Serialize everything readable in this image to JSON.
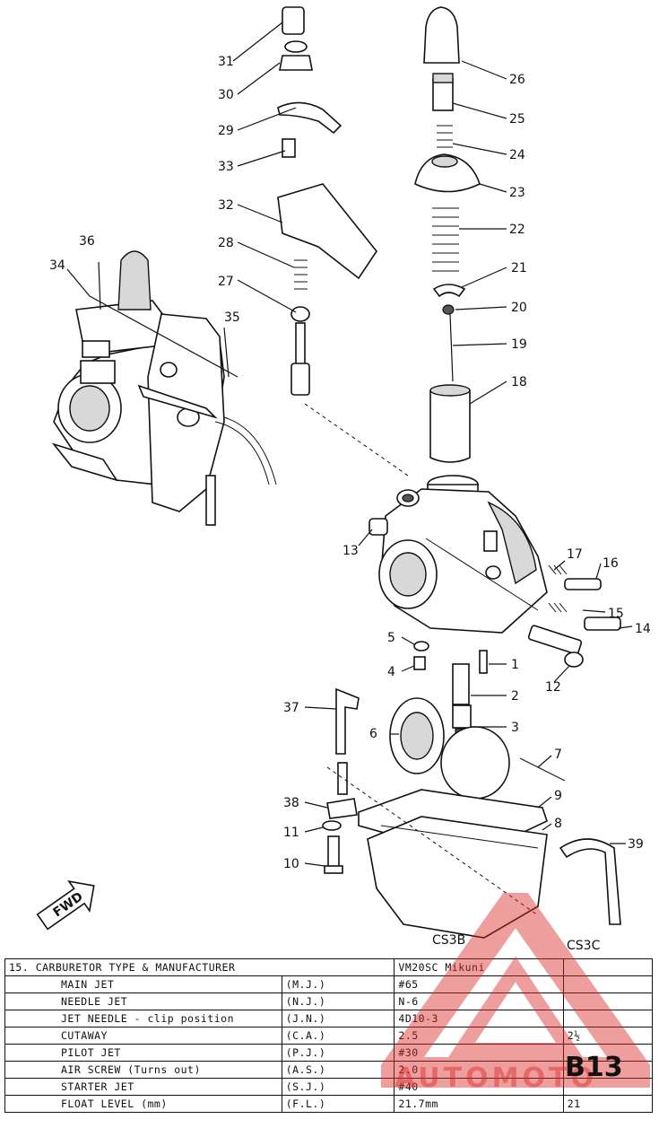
{
  "callouts": {
    "n1": "1",
    "n2": "2",
    "n3": "3",
    "n4": "4",
    "n5": "5",
    "n6": "6",
    "n7": "7",
    "n8": "8",
    "n9": "9",
    "n10": "10",
    "n11": "11",
    "n12": "12",
    "n13": "13",
    "n14": "14",
    "n15": "15",
    "n16": "16",
    "n17": "17",
    "n18": "18",
    "n19": "19",
    "n20": "20",
    "n21": "21",
    "n22": "22",
    "n23": "23",
    "n24": "24",
    "n25": "25",
    "n26": "26",
    "n27": "27",
    "n28": "28",
    "n29": "29",
    "n30": "30",
    "n31": "31",
    "n32": "32",
    "n33": "33",
    "n34": "34",
    "n35": "35",
    "n36": "36",
    "n37": "37",
    "n38": "38",
    "n39": "39"
  },
  "fwd_label": "FWD",
  "models": {
    "left": "CS3B",
    "right": "CS3C"
  },
  "table": {
    "header": {
      "name": "15.  CARBURETOR TYPE & MANUFACTURER",
      "v1": "VM20SC  Mikuni",
      "v2": ""
    },
    "rows": [
      {
        "name": "MAIN JET",
        "abbr": "(M.J.)",
        "v1": "#65",
        "v2": ""
      },
      {
        "name": "NEEDLE JET",
        "abbr": "(N.J.)",
        "v1": "N-6",
        "v2": ""
      },
      {
        "name": "JET NEEDLE - clip position",
        "abbr": "(J.N.)",
        "v1": "4D10-3",
        "v2": ""
      },
      {
        "name": "CUTAWAY",
        "abbr": "(C.A.)",
        "v1": "2.5",
        "v2": "2½"
      },
      {
        "name": "PILOT JET",
        "abbr": "(P.J.)",
        "v1": "#30",
        "v2": ""
      },
      {
        "name": "AIR SCREW (Turns out)",
        "abbr": "(A.S.)",
        "v1": "2.0",
        "v2": ""
      },
      {
        "name": "STARTER JET",
        "abbr": "(S.J.)",
        "v1": "#40",
        "v2": ""
      },
      {
        "name": "FLOAT LEVEL (mm)",
        "abbr": "(F.L.)",
        "v1": "21.7mm",
        "v2": "21"
      }
    ]
  },
  "watermark": "AUTOMOTO",
  "page_number": "B13",
  "colors": {
    "ink": "#111111",
    "watermark": "#dc2828"
  }
}
